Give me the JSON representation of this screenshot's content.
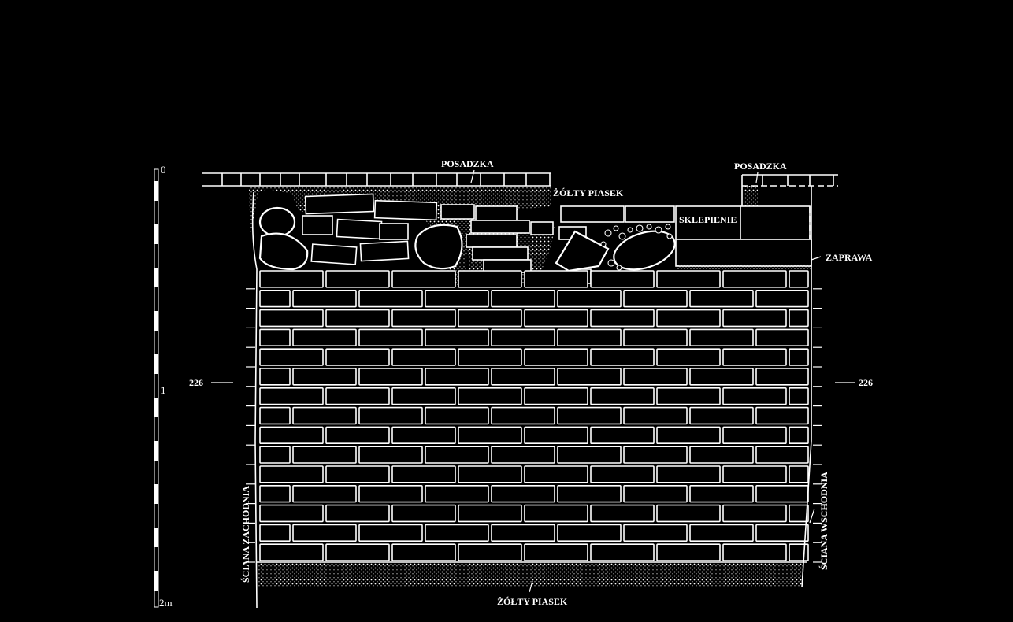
{
  "scale": {
    "top": "0",
    "middle": "1",
    "bottom": "2m"
  },
  "labels": {
    "floor_left": "POSADZKA",
    "floor_right": "POSADZKA",
    "sand_top": "ŻÓŁTY PIASEK",
    "vault": "SKLEPIENIE",
    "mortar": "ZAPRAWA",
    "level_left": "226",
    "level_right": "226",
    "wall_west": "ŚCIANA ZACHODNIA",
    "wall_east": "ŚCIANA WSCHODNIA",
    "sand_bottom": "ŻÓŁTY PIASEK"
  },
  "colors": {
    "background": "#000000",
    "line": "#ffffff"
  }
}
